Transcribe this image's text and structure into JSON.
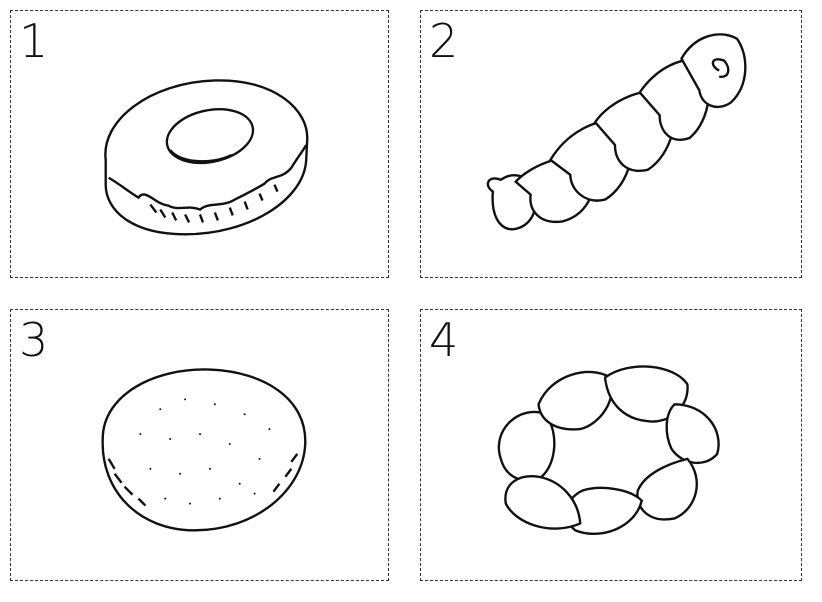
{
  "cards": [
    {
      "number": "1",
      "item": "donut-icon"
    },
    {
      "number": "2",
      "item": "twisted-bread-icon"
    },
    {
      "number": "3",
      "item": "round-bun-icon"
    },
    {
      "number": "4",
      "item": "braided-ring-icon"
    }
  ]
}
